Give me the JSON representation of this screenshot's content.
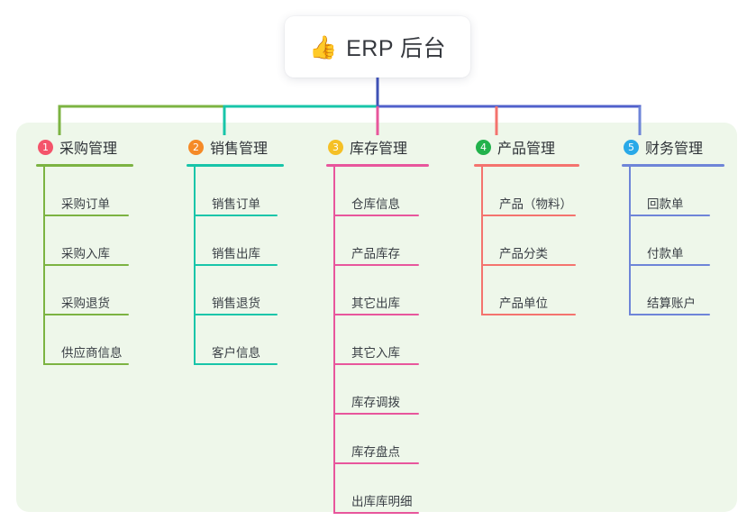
{
  "root": {
    "icon": "thumbs-up-icon",
    "emoji": "👍",
    "title": "ERP 后台"
  },
  "palette": {
    "panel_bg": "#EEF7EA",
    "page_bg": "#FFFFFF",
    "trunk": "#3F51B5",
    "bus_left": "#7CB342",
    "bus_mid": "#18C5A9",
    "bus_right": "#5060CB",
    "text": "#3A3F45",
    "title_text": "#2F3338"
  },
  "columns": [
    {
      "index": "1",
      "badge_color": "#F4546B",
      "line_color": "#7CB342",
      "title": "采购管理",
      "items": [
        "采购订单",
        "采购入库",
        "采购退货",
        "供应商信息"
      ]
    },
    {
      "index": "2",
      "badge_color": "#F58A27",
      "line_color": "#18C5A9",
      "title": "销售管理",
      "items": [
        "销售订单",
        "销售出库",
        "销售退货",
        "客户信息"
      ]
    },
    {
      "index": "3",
      "badge_color": "#F5C026",
      "line_color": "#E8569C",
      "title": "库存管理",
      "items": [
        "仓库信息",
        "产品库存",
        "其它出库",
        "其它入库",
        "库存调拨",
        "库存盘点",
        "出库库明细"
      ]
    },
    {
      "index": "4",
      "badge_color": "#22B24C",
      "line_color": "#F4736E",
      "title": "产品管理",
      "items": [
        "产品（物料）",
        "产品分类",
        "产品单位"
      ]
    },
    {
      "index": "5",
      "badge_color": "#29A9E8",
      "line_color": "#6E85D8",
      "title": "财务管理",
      "items": [
        "回款单",
        "付款单",
        "结算账户"
      ]
    }
  ]
}
